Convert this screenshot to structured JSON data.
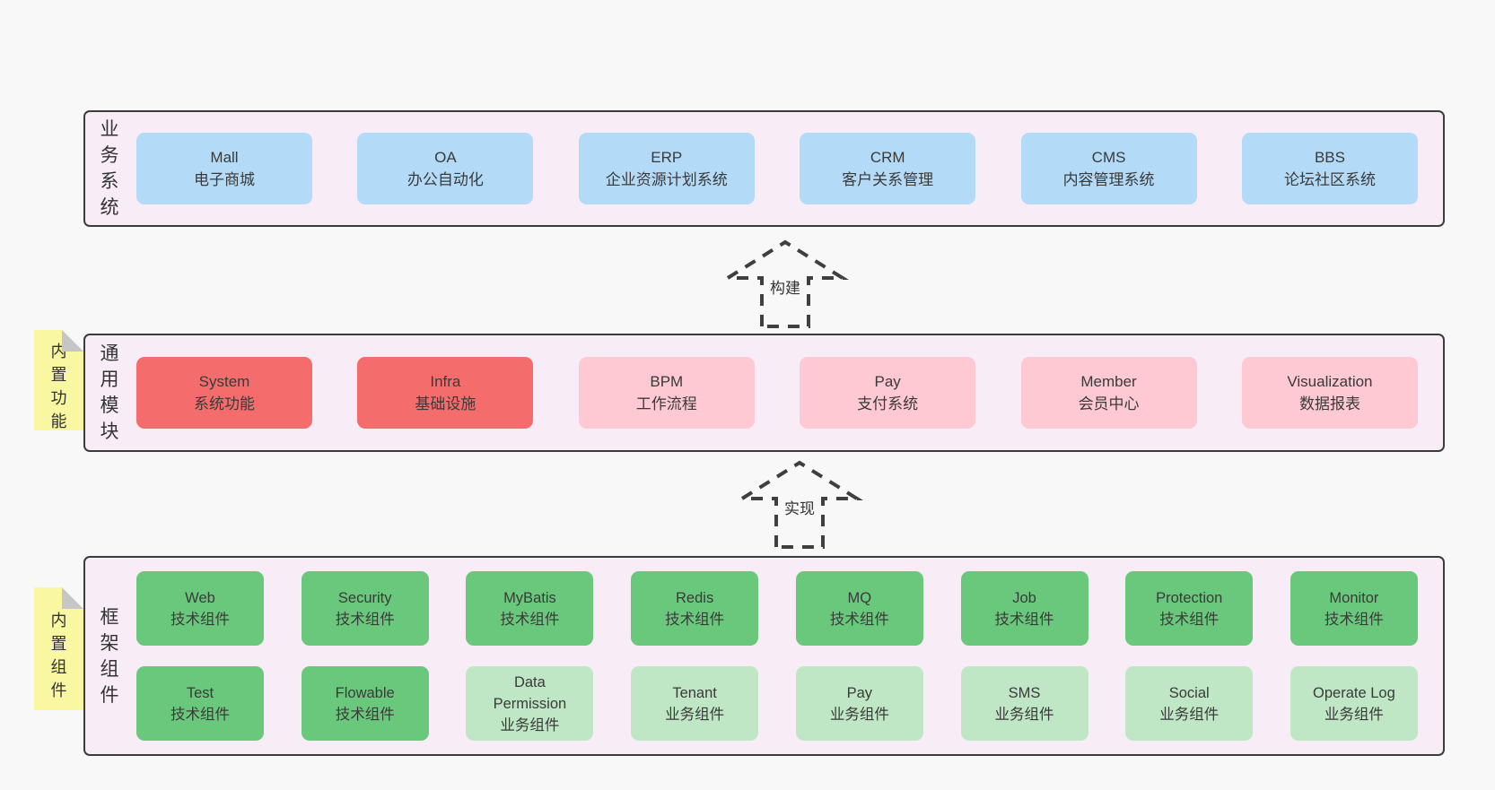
{
  "colors": {
    "page_bg": "#f8f8f8",
    "band_bg": "#f8edf6",
    "band_border": "#3c3c3c",
    "blue": "#b3daf7",
    "red": "#f56c6c",
    "pink": "#fec9d2",
    "green": "#6ac87c",
    "light_green": "#bfe7c5",
    "sticky_yellow": "#f9f7a1",
    "text": "#3a3a3a"
  },
  "arrows": [
    {
      "label": "构建"
    },
    {
      "label": "实现"
    }
  ],
  "stickies": [
    {
      "label": "内置功能"
    },
    {
      "label": "内置组件"
    }
  ],
  "bands": [
    {
      "side_label": "业务系统",
      "rows": [
        [
          {
            "name": "mall",
            "title": "Mall",
            "subtitle": "电子商城",
            "variant": "blue"
          },
          {
            "name": "oa",
            "title": "OA",
            "subtitle": "办公自动化",
            "variant": "blue"
          },
          {
            "name": "erp",
            "title": "ERP",
            "subtitle": "企业资源计划系统",
            "variant": "blue"
          },
          {
            "name": "crm",
            "title": "CRM",
            "subtitle": "客户关系管理",
            "variant": "blue"
          },
          {
            "name": "cms",
            "title": "CMS",
            "subtitle": "内容管理系统",
            "variant": "blue"
          },
          {
            "name": "bbs",
            "title": "BBS",
            "subtitle": "论坛社区系统",
            "variant": "blue"
          }
        ]
      ]
    },
    {
      "side_label": "通用模块",
      "rows": [
        [
          {
            "name": "system",
            "title": "System",
            "subtitle": "系统功能",
            "variant": "red"
          },
          {
            "name": "infra",
            "title": "Infra",
            "subtitle": "基础设施",
            "variant": "red"
          },
          {
            "name": "bpm",
            "title": "BPM",
            "subtitle": "工作流程",
            "variant": "pink"
          },
          {
            "name": "pay-system",
            "title": "Pay",
            "subtitle": "支付系统",
            "variant": "pink"
          },
          {
            "name": "member",
            "title": "Member",
            "subtitle": "会员中心",
            "variant": "pink"
          },
          {
            "name": "visualization",
            "title": "Visualization",
            "subtitle": "数据报表",
            "variant": "pink"
          }
        ]
      ]
    },
    {
      "side_label": "框架组件",
      "rows": [
        [
          {
            "name": "web",
            "title": "Web",
            "subtitle": "技术组件",
            "variant": "green"
          },
          {
            "name": "security",
            "title": "Security",
            "subtitle": "技术组件",
            "variant": "green"
          },
          {
            "name": "mybatis",
            "title": "MyBatis",
            "subtitle": "技术组件",
            "variant": "green"
          },
          {
            "name": "redis",
            "title": "Redis",
            "subtitle": "技术组件",
            "variant": "green"
          },
          {
            "name": "mq",
            "title": "MQ",
            "subtitle": "技术组件",
            "variant": "green"
          },
          {
            "name": "job",
            "title": "Job",
            "subtitle": "技术组件",
            "variant": "green"
          },
          {
            "name": "protection",
            "title": "Protection",
            "subtitle": "技术组件",
            "variant": "green"
          },
          {
            "name": "monitor",
            "title": "Monitor",
            "subtitle": "技术组件",
            "variant": "green"
          }
        ],
        [
          {
            "name": "test",
            "title": "Test",
            "subtitle": "技术组件",
            "variant": "green"
          },
          {
            "name": "flowable",
            "title": "Flowable",
            "subtitle": "技术组件",
            "variant": "green"
          },
          {
            "name": "data-permission",
            "title": "Data\nPermission",
            "subtitle": "业务组件",
            "variant": "lightgreen"
          },
          {
            "name": "tenant",
            "title": "Tenant",
            "subtitle": "业务组件",
            "variant": "lightgreen"
          },
          {
            "name": "pay-component",
            "title": "Pay",
            "subtitle": "业务组件",
            "variant": "lightgreen"
          },
          {
            "name": "sms",
            "title": "SMS",
            "subtitle": "业务组件",
            "variant": "lightgreen"
          },
          {
            "name": "social",
            "title": "Social",
            "subtitle": "业务组件",
            "variant": "lightgreen"
          },
          {
            "name": "operate-log",
            "title": "Operate Log",
            "subtitle": "业务组件",
            "variant": "lightgreen"
          }
        ]
      ]
    }
  ]
}
